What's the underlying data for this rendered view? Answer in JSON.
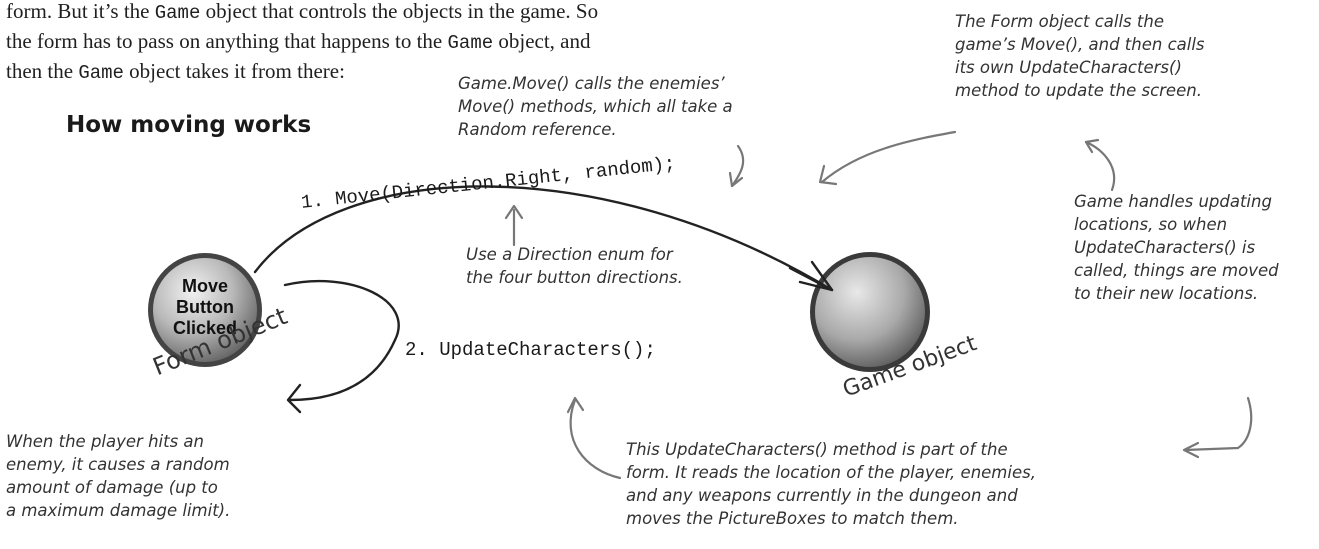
{
  "intro": {
    "line1": {
      "a": "form. But it’s the ",
      "code1": "Game",
      "b": " object that controls the objects in the game. So"
    },
    "line2": {
      "a": "the form has to pass on anything that happens to the ",
      "code1": "Game",
      "b": " object, and"
    },
    "line3": {
      "a": "then the ",
      "code1": "Game",
      "b": " object takes it from there:"
    }
  },
  "heading": "How moving works",
  "call_move": "1. Move(Direction.Right, random);",
  "call_update": "2. UpdateCharacters();",
  "form_object": {
    "button_lines": [
      "Move",
      "Button",
      "Clicked"
    ],
    "label": "Form object"
  },
  "game_object": {
    "label": "Game object"
  },
  "notes": {
    "game_move": [
      "Game.Move() calls the enemies’",
      "Move() methods, which all take a",
      "Random reference."
    ],
    "form_calls": [
      "The Form object calls the",
      "game’s Move(), and then calls",
      "its own UpdateCharacters()",
      "method to update the screen."
    ],
    "direction_enum": [
      "Use a Direction enum for",
      "the four button directions."
    ],
    "game_handles": [
      "Game handles updating",
      "locations, so when",
      "UpdateCharacters() is",
      "called, things are moved",
      "to their new locations."
    ],
    "damage": [
      "When the player hits an",
      "enemy, it causes a random",
      "amount of damage (up to",
      "a maximum damage limit)."
    ],
    "update_method": [
      "This UpdateCharacters() method is part of the",
      "form. It reads the location of the player, enemies,",
      "and any weapons currently in the dungeon and",
      "moves the PictureBoxes to match them."
    ]
  }
}
